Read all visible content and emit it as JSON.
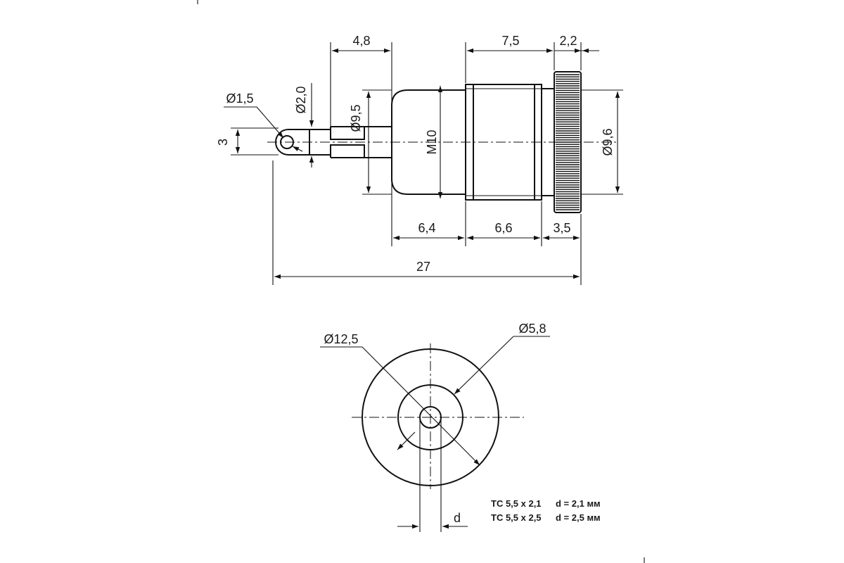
{
  "side_view": {
    "dims": {
      "len_4_8": "4,8",
      "len_7_5": "7,5",
      "len_2_2": "2,2",
      "dia_1_5": "Ø1,5",
      "dia_2_0": "Ø2,0",
      "dia_9_5": "Ø9,5",
      "thread_m10": "M10",
      "dia_9_6": "Ø9,6",
      "height_3": "3",
      "len_6_4": "6,4",
      "len_6_6": "6,6",
      "len_3_5": "3,5",
      "total_27": "27"
    }
  },
  "front_view": {
    "dims": {
      "dia_12_5": "Ø12,5",
      "dia_5_8": "Ø5,8",
      "d": "d"
    }
  },
  "notes": [
    {
      "model": "TC 5,5 x 2,1",
      "spec": "d = 2,1 мм"
    },
    {
      "model": "TC 5,5 x 2,5",
      "spec": "d = 2,5 мм"
    }
  ]
}
